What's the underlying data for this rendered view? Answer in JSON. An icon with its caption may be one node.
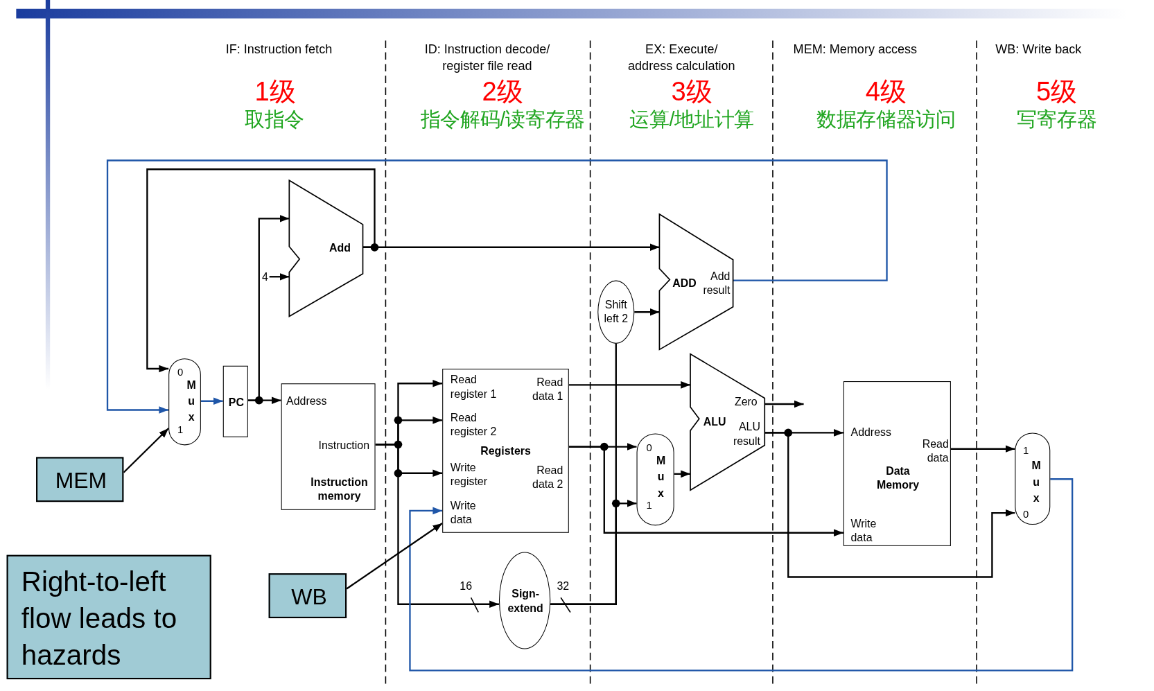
{
  "diagram": {
    "nodes": [
      {
        "text": [
          "0",
          "Mux",
          "1"
        ]
      },
      {
        "text": [
          "PC"
        ]
      },
      {
        "text": [
          "Add"
        ]
      },
      {
        "text": [
          "4"
        ]
      },
      {
        "text": [
          "Address",
          "Instruction",
          "Instruction memory"
        ]
      },
      {
        "text": [
          "Read register 1",
          "Read data 1",
          "Read register 2",
          "Registers",
          "Write register",
          "Read data 2",
          "Write data"
        ]
      },
      {
        "text": [
          "Shift left 2"
        ]
      },
      {
        "text": [
          "ADD",
          "Add result"
        ]
      },
      {
        "text": [
          "Zero",
          "ALU",
          "ALU result"
        ]
      },
      {
        "text": [
          "0",
          "Mux",
          "1"
        ]
      },
      {
        "text": [
          "Address",
          "Read data",
          "Data Memory",
          "Write data"
        ]
      },
      {
        "text": [
          "1",
          "Mux",
          "0"
        ]
      },
      {
        "text": [
          "Sign-extend"
        ]
      },
      {
        "text": [
          "MEM"
        ]
      },
      {
        "text": [
          "WB"
        ]
      },
      {
        "text": [
          "Right-to-left flow leads to hazards"
        ]
      }
    ],
    "edges": [
      {
        "from": 0,
        "to": 1,
        "arrow": "to",
        "color": "#1f56a8"
      },
      {
        "from": 1,
        "to": 4,
        "arrow": "to"
      },
      {
        "from": 1,
        "to": 2,
        "arrow": "to"
      },
      {
        "from": 3,
        "to": 2,
        "arrow": "to"
      },
      {
        "from": 2,
        "to": 0,
        "arrow": "to"
      },
      {
        "from": 2,
        "to": 7,
        "arrow": "to"
      },
      {
        "from": 7,
        "to": 0,
        "arrow": "to",
        "color": "#1f56a8"
      },
      {
        "from": 6,
        "to": 7,
        "arrow": "to"
      },
      {
        "from": 4,
        "to": 5,
        "arrow": "to"
      },
      {
        "from": 4,
        "to": 5,
        "arrow": "to"
      },
      {
        "from": 4,
        "to": 5,
        "arrow": "to"
      },
      {
        "from": 4,
        "to": 12,
        "arrow": "to",
        "label": "16"
      },
      {
        "from": 5,
        "to": 8,
        "arrow": "to"
      },
      {
        "from": 5,
        "to": 9,
        "arrow": "to"
      },
      {
        "from": 5,
        "to": 10,
        "arrow": "to"
      },
      {
        "from": 12,
        "to": 6,
        "arrow": "none"
      },
      {
        "from": 12,
        "to": 9,
        "arrow": "to",
        "label": "32"
      },
      {
        "from": 9,
        "to": 8,
        "arrow": "to"
      },
      {
        "from": 8,
        "to": null,
        "arrow": "to"
      },
      {
        "from": 8,
        "to": 10,
        "arrow": "to"
      },
      {
        "from": 8,
        "to": 11,
        "arrow": "to"
      },
      {
        "from": 10,
        "to": 11,
        "arrow": "to"
      },
      {
        "from": 11,
        "to": 5,
        "arrow": "to",
        "color": "#1f56a8"
      },
      {
        "from": 13,
        "to": 0,
        "arrow": "to"
      },
      {
        "from": 14,
        "to": 5,
        "arrow": "to"
      }
    ],
    "labels": [
      "IF: Instruction fetch",
      "ID: Instruction decode/ register file read",
      "EX: Execute/ address calculation",
      "MEM: Memory access",
      "WB: Write back",
      "1级",
      "2级",
      "3级",
      "4级",
      "5级",
      "取指令",
      "指令解码/读寄存器",
      "运算/地址计算",
      "数据存储器访问",
      "写寄存器"
    ]
  }
}
